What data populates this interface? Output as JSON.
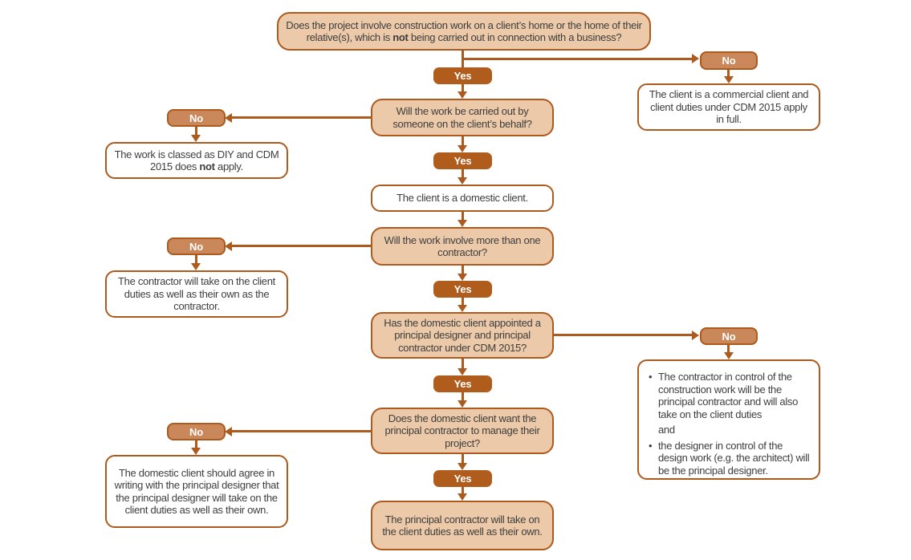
{
  "palette": {
    "accent": "#ac5a1e",
    "yesfill": "#b05c1c",
    "nofill": "#c9875a",
    "tan": "#ecc9a8",
    "text": "#3e3e3e",
    "bg": "#ffffff"
  },
  "labels": {
    "yes": "Yes",
    "no": "No",
    "bullet": "•"
  },
  "flow": {
    "q1": {
      "pre": "Does the project involve construction work on a client’s home or the home of their relative(s), which is ",
      "bold": "not",
      "post": " being carried out in connection with a business?"
    },
    "commercial": "The client is a commercial client and client duties under CDM 2015 apply in full.",
    "q2": "Will the work be carried out by someone on the client’s behalf?",
    "diy": {
      "pre": "The work is classed as DIY and CDM 2015 does ",
      "bold": "not",
      "post": " apply."
    },
    "domestic": "The client is a domestic client.",
    "q3": "Will the work involve more than one contractor?",
    "contractor": "The contractor will take on the client duties as well as their own as the contractor.",
    "q4": "Has the domestic client appointed a principal designer and principal contractor under CDM 2015?",
    "not_appointed": {
      "item1": "The contractor in control of the construction work will be the principal contractor and will also take on the client duties",
      "joiner": "and",
      "item2": "the designer in control of the design work (e.g. the architect) will be the principal designer."
    },
    "q5": "Does the domestic client want the principal contractor to manage their project?",
    "agree": "The domestic client should agree in writing with the principal designer that the principal designer will take on the client duties as well as their own.",
    "pc_duties": "The principal contractor will take on the client duties as well as their own."
  }
}
